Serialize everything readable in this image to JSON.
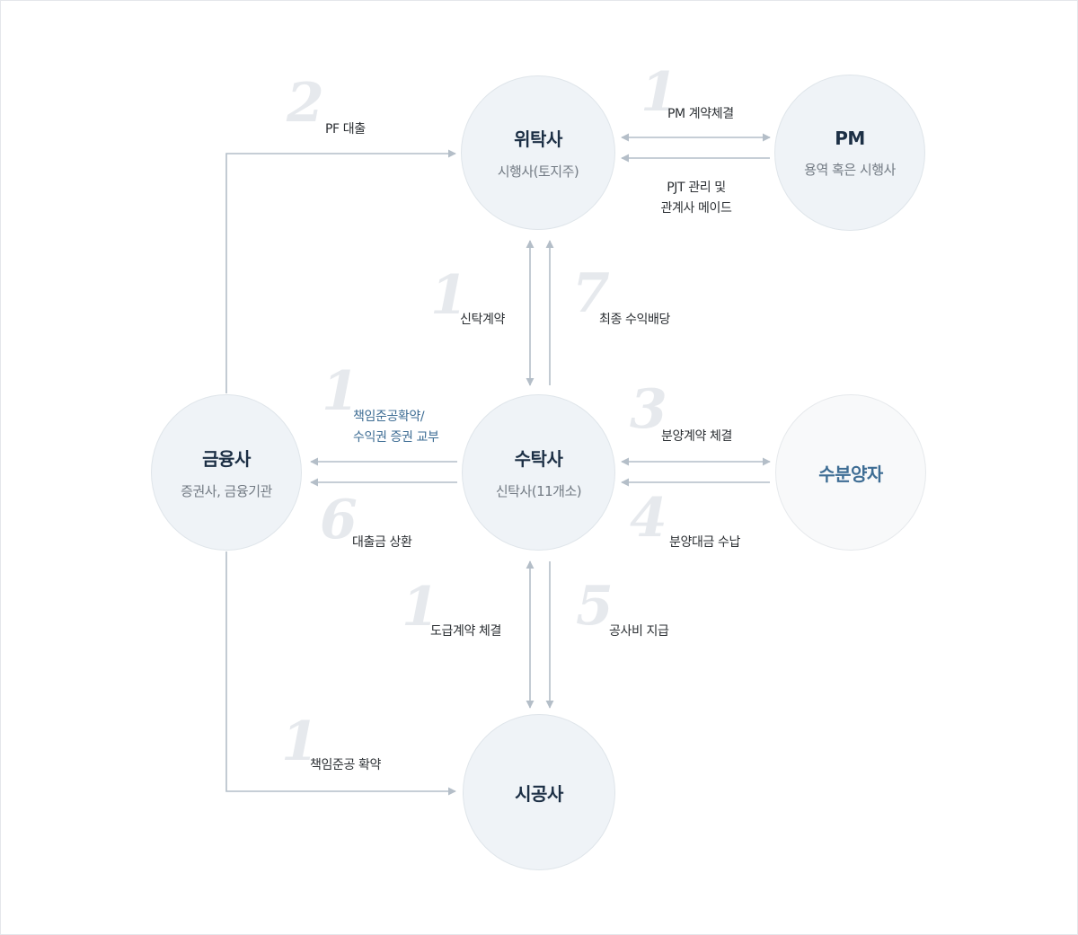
{
  "nodes": {
    "trustor": {
      "title": "위탁사",
      "subtitle": "시행사(토지주)"
    },
    "pm": {
      "title": "PM",
      "subtitle": "용역 혹은 시행사"
    },
    "trustee": {
      "title": "수탁사",
      "subtitle": "신탁사(11개소)"
    },
    "finance": {
      "title": "금융사",
      "subtitle": "증권사, 금융기관"
    },
    "buyer": {
      "title": "수분양자"
    },
    "builder": {
      "title": "시공사"
    }
  },
  "flows": {
    "pf_loan": {
      "step": "2",
      "label": "PF 대출"
    },
    "pm_contract": {
      "step": "1",
      "label": "PM 계약체결"
    },
    "pjt_manage": {
      "line1": "PJT 관리 및",
      "line2": "관계사 메이드"
    },
    "trust_contract": {
      "step": "1",
      "label": "신탁계약"
    },
    "final_dividend": {
      "step": "7",
      "label": "최종 수익배당"
    },
    "completion_pledge": {
      "step": "1",
      "line1": "책임준공확약/",
      "line2": "수익권 증권 교부"
    },
    "sale_contract": {
      "step": "3",
      "label": "분양계약 체결"
    },
    "loan_repay": {
      "step": "6",
      "label": "대출금 상환"
    },
    "sale_payment": {
      "step": "4",
      "label": "분양대금 수납"
    },
    "construct_contract": {
      "step": "1",
      "label": "도급계약 체결"
    },
    "construct_pay": {
      "step": "5",
      "label": "공사비 지급"
    },
    "completion_pledge2": {
      "step": "1",
      "label": "책임준공 확약"
    }
  },
  "colors": {
    "arrow": "#b4bec8",
    "accent": "#3e6d94",
    "node_fill": "#eff3f7"
  }
}
